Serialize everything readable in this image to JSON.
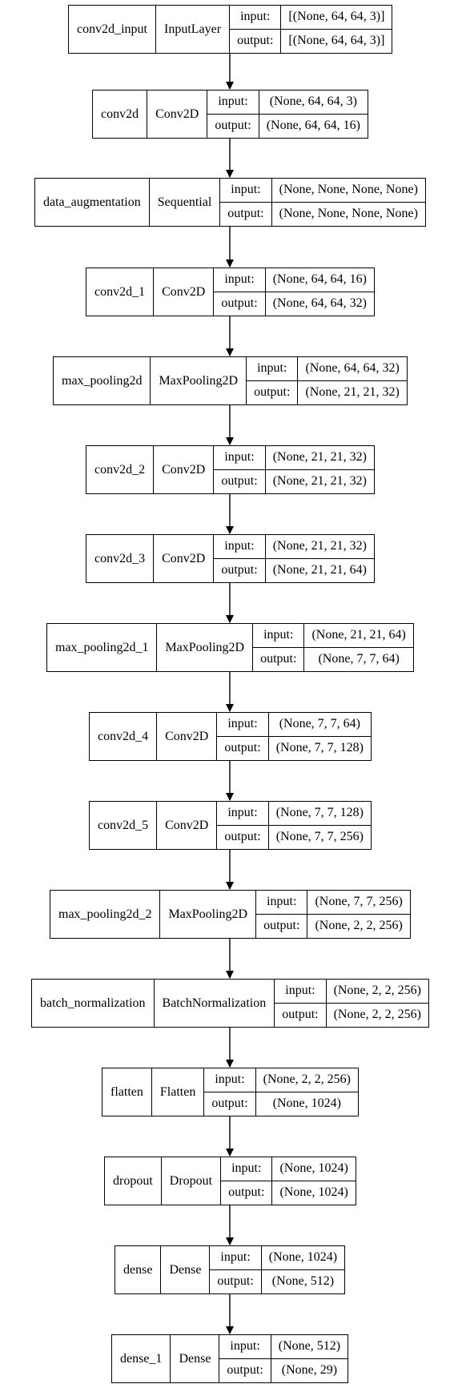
{
  "diagram": {
    "input_label": "input:",
    "output_label": "output:",
    "layers": [
      {
        "name": "conv2d_input",
        "type": "InputLayer",
        "input": "[(None, 64, 64, 3)]",
        "output": "[(None, 64, 64, 3)]"
      },
      {
        "name": "conv2d",
        "type": "Conv2D",
        "input": "(None, 64, 64, 3)",
        "output": "(None, 64, 64, 16)"
      },
      {
        "name": "data_augmentation",
        "type": "Sequential",
        "input": "(None, None, None, None)",
        "output": "(None, None, None, None)"
      },
      {
        "name": "conv2d_1",
        "type": "Conv2D",
        "input": "(None, 64, 64, 16)",
        "output": "(None, 64, 64, 32)"
      },
      {
        "name": "max_pooling2d",
        "type": "MaxPooling2D",
        "input": "(None, 64, 64, 32)",
        "output": "(None, 21, 21, 32)"
      },
      {
        "name": "conv2d_2",
        "type": "Conv2D",
        "input": "(None, 21, 21, 32)",
        "output": "(None, 21, 21, 32)"
      },
      {
        "name": "conv2d_3",
        "type": "Conv2D",
        "input": "(None, 21, 21, 32)",
        "output": "(None, 21, 21, 64)"
      },
      {
        "name": "max_pooling2d_1",
        "type": "MaxPooling2D",
        "input": "(None, 21, 21, 64)",
        "output": "(None, 7, 7, 64)"
      },
      {
        "name": "conv2d_4",
        "type": "Conv2D",
        "input": "(None, 7, 7, 64)",
        "output": "(None, 7, 7, 128)"
      },
      {
        "name": "conv2d_5",
        "type": "Conv2D",
        "input": "(None, 7, 7, 128)",
        "output": "(None, 7, 7, 256)"
      },
      {
        "name": "max_pooling2d_2",
        "type": "MaxPooling2D",
        "input": "(None, 7, 7, 256)",
        "output": "(None, 2, 2, 256)"
      },
      {
        "name": "batch_normalization",
        "type": "BatchNormalization",
        "input": "(None, 2, 2, 256)",
        "output": "(None, 2, 2, 256)"
      },
      {
        "name": "flatten",
        "type": "Flatten",
        "input": "(None, 2, 2, 256)",
        "output": "(None, 1024)"
      },
      {
        "name": "dropout",
        "type": "Dropout",
        "input": "(None, 1024)",
        "output": "(None, 1024)"
      },
      {
        "name": "dense",
        "type": "Dense",
        "input": "(None, 1024)",
        "output": "(None, 512)"
      },
      {
        "name": "dense_1",
        "type": "Dense",
        "input": "(None, 512)",
        "output": "(None, 29)"
      }
    ]
  }
}
